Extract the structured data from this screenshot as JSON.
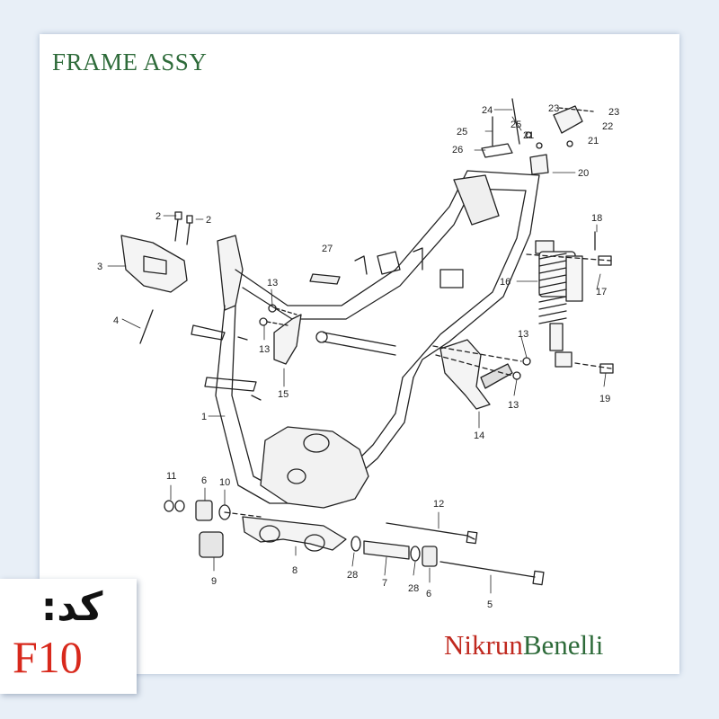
{
  "title": "FRAME ASSY",
  "code_label": "کد:",
  "code_value": "F10",
  "brand": {
    "part1": "Nikrun",
    "part2": "Benelli"
  },
  "callouts": [
    {
      "id": "c24",
      "label": "24"
    },
    {
      "id": "c23a",
      "label": "23"
    },
    {
      "id": "c23b",
      "label": "23"
    },
    {
      "id": "c25a",
      "label": "25"
    },
    {
      "id": "c25b",
      "label": "25"
    },
    {
      "id": "c22",
      "label": "22"
    },
    {
      "id": "c21a",
      "label": "21"
    },
    {
      "id": "c21b",
      "label": "21"
    },
    {
      "id": "c26",
      "label": "26"
    },
    {
      "id": "c20",
      "label": "20"
    },
    {
      "id": "c2a",
      "label": "2"
    },
    {
      "id": "c2b",
      "label": "2"
    },
    {
      "id": "c18",
      "label": "18"
    },
    {
      "id": "c27",
      "label": "27"
    },
    {
      "id": "c3",
      "label": "3"
    },
    {
      "id": "c16",
      "label": "16"
    },
    {
      "id": "c17",
      "label": "17"
    },
    {
      "id": "c13a",
      "label": "13"
    },
    {
      "id": "c4",
      "label": "4"
    },
    {
      "id": "c13b",
      "label": "13"
    },
    {
      "id": "c13c",
      "label": "13"
    },
    {
      "id": "c15",
      "label": "15"
    },
    {
      "id": "c13d",
      "label": "13"
    },
    {
      "id": "c19",
      "label": "19"
    },
    {
      "id": "c1",
      "label": "1"
    },
    {
      "id": "c14",
      "label": "14"
    },
    {
      "id": "c11",
      "label": "11"
    },
    {
      "id": "c6a",
      "label": "6"
    },
    {
      "id": "c10",
      "label": "10"
    },
    {
      "id": "c12",
      "label": "12"
    },
    {
      "id": "c8",
      "label": "8"
    },
    {
      "id": "c9",
      "label": "9"
    },
    {
      "id": "c28a",
      "label": "28"
    },
    {
      "id": "c7",
      "label": "7"
    },
    {
      "id": "c28b",
      "label": "28"
    },
    {
      "id": "c6b",
      "label": "6"
    },
    {
      "id": "c5",
      "label": "5"
    }
  ]
}
